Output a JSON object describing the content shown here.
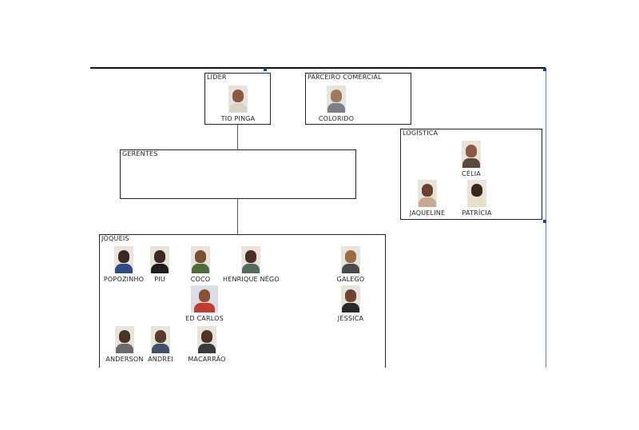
{
  "diagram": {
    "lider": {
      "title": "LÍDER",
      "members": [
        {
          "name": "TIO PINGA",
          "skin": "#8a5a3e",
          "shirt": "#d9d2c6"
        }
      ]
    },
    "parceiro": {
      "title": "PARCEIRO COMERCIAL",
      "members": [
        {
          "name": "COLORIDO",
          "skin": "#a07a60",
          "shirt": "#7a7f85"
        }
      ]
    },
    "logistica": {
      "title": "LOGÍSTICA",
      "members": [
        {
          "name": "CÉLIA",
          "skin": "#8c5b3f",
          "shirt": "#5b4a3a"
        },
        {
          "name": "JAQUELINE",
          "skin": "#6b4030",
          "shirt": "#c9a890"
        },
        {
          "name": "PATRÍCIA",
          "skin": "#3b261d",
          "shirt": "#e6e0c8"
        }
      ]
    },
    "gerentes": {
      "title": "GERENTES"
    },
    "joqueis": {
      "title": "JÓQUEIS",
      "members": [
        {
          "name": "POPOZINHO",
          "skin": "#3a2a22",
          "shirt": "#2f4c86"
        },
        {
          "name": "PIU",
          "skin": "#3d2b23",
          "shirt": "#1e1e1e"
        },
        {
          "name": "COCO",
          "skin": "#7a5034",
          "shirt": "#4f6b3c"
        },
        {
          "name": "HENRIQUE NÊGO",
          "skin": "#4a3024",
          "shirt": "#556b5a"
        },
        {
          "name": "GALEGO",
          "skin": "#9b6a48",
          "shirt": "#4a4a4a"
        },
        {
          "name": "ED CARLOS",
          "skin": "#8a5234",
          "shirt": "#c23a30"
        },
        {
          "name": "JÉSSICA",
          "skin": "#6e4530",
          "shirt": "#2a2a2a"
        },
        {
          "name": "ANDERSON",
          "skin": "#4a3226",
          "shirt": "#6c6c6c"
        },
        {
          "name": "ANDREI",
          "skin": "#5a3a2a",
          "shirt": "#3f5068"
        },
        {
          "name": "MACARRÃO",
          "skin": "#4e3326",
          "shirt": "#3a3a3a"
        }
      ]
    }
  }
}
